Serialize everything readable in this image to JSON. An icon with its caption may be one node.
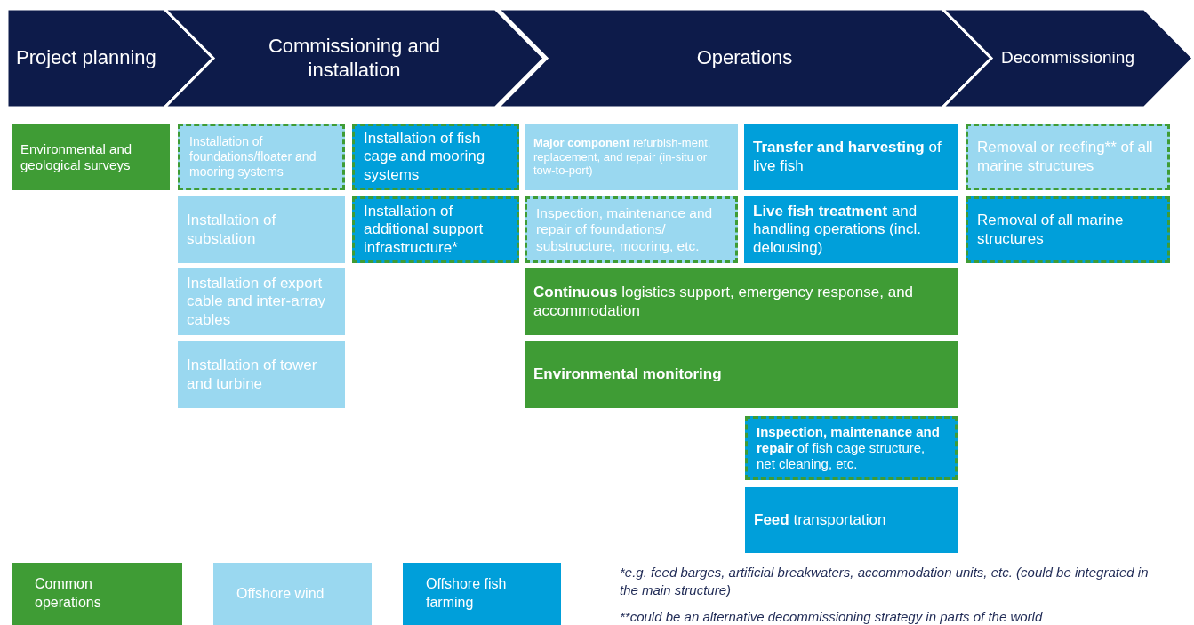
{
  "diagram": {
    "nodes": [
      {
        "text": [
          "Project planning"
        ]
      },
      {
        "text": [
          "Commissioning and installation"
        ]
      },
      {
        "text": [
          "Operations"
        ]
      },
      {
        "text": [
          "Decommissioning"
        ]
      },
      {
        "text": [
          "Environmental and geological surveys"
        ]
      },
      {
        "text": [
          "Installation of foundations/floater and mooring systems"
        ]
      },
      {
        "text": [
          "Installation of substation"
        ]
      },
      {
        "text": [
          "Installation of export cable and inter-array cables"
        ]
      },
      {
        "text": [
          "Installation of tower and turbine"
        ]
      },
      {
        "text": [
          "Installation of fish cage and mooring systems"
        ]
      },
      {
        "text": [
          "Installation of additional support infrastructure*"
        ]
      },
      {
        "text": [
          "**Major component** refurbish-ment, replacement, and repair (in-situ or tow-to-port)"
        ]
      },
      {
        "text": [
          "Inspection, maintenance and repair of foundations/ substructure, mooring, etc."
        ]
      },
      {
        "text": [
          "**Transfer and harvesting** of live fish"
        ]
      },
      {
        "text": [
          "**Live fish treatment** and handling operations (incl. delousing)"
        ]
      },
      {
        "text": [
          "**Continuous** logistics support, emergency response, and accommodation"
        ]
      },
      {
        "text": [
          "**Environmental monitoring**"
        ]
      },
      {
        "text": [
          "**Inspection, maintenance and repair** of fish cage structure, net cleaning, etc."
        ]
      },
      {
        "text": [
          "**Feed** transportation"
        ]
      },
      {
        "text": [
          "Removal or reefing** of all marine structures"
        ]
      },
      {
        "text": [
          "Removal of all marine structures"
        ]
      }
    ],
    "labels": [
      "*e.g. feed barges, artificial breakwaters, accommodation units, etc. (could be integrated in the main structure)",
      "**could be an alternative decommissioning strategy in parts of the world"
    ],
    "legend": [
      {
        "text": "Common operations",
        "color": "#3f9c35"
      },
      {
        "text": "Offshore wind",
        "color": "#9ad8f0"
      },
      {
        "text": "Offshore fish farming",
        "color": "#009fda"
      }
    ]
  }
}
